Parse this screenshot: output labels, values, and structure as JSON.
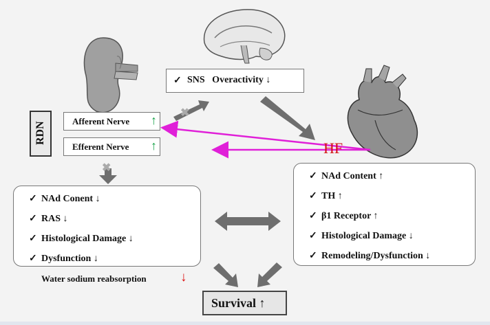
{
  "labels": {
    "rdn": "RDN",
    "hf": "HF",
    "sns": "SNS   Overactivity ↓",
    "afferent": "Afferent Nerve",
    "efferent": "Efferent Nerve",
    "water": "Water sodium reabsorption",
    "survival": "Survival ↑"
  },
  "kidney_effects": [
    "NAd Conent ↓",
    "RAS ↓",
    "Histological Damage ↓",
    "Dysfunction ↓"
  ],
  "heart_effects": [
    "NAd Content ↑",
    "TH ↑",
    "β1 Receptor ↑",
    "Histological Damage ↓",
    "Remodeling/Dysfunction ↓"
  ],
  "icons": {
    "check": "✓",
    "up_arrow": "↑",
    "down_arrow": "↓",
    "cross": "✖"
  },
  "colors": {
    "magenta": "#e020d8",
    "green": "#1aa34a",
    "red": "#d11111",
    "gray_arrow": "#6e6e6e"
  }
}
